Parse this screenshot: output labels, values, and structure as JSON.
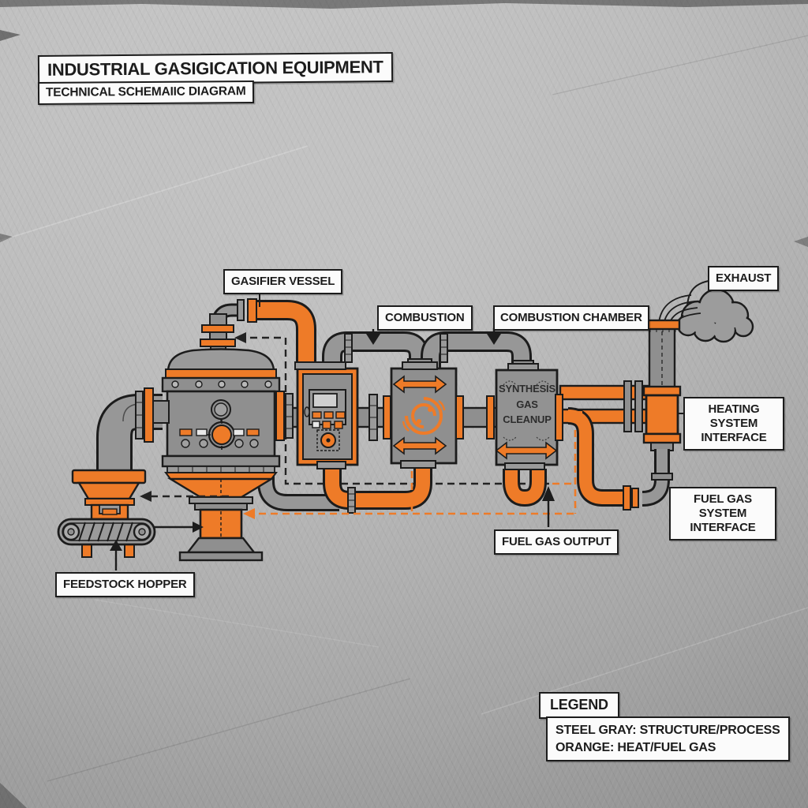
{
  "title": {
    "heading": "INDUSTRIAL GASIGICATION EQUIPMENT",
    "subheading": "TECHNICAL SCHEMAIIC DIAGRAM"
  },
  "labels": {
    "gasifier_vessel": "GASIFIER VESSEL",
    "combustion": "COMBUSTION",
    "combustion_chamber": "COMBUSTION CHAMBER",
    "exhaust": "EXHAUST",
    "heating_system_interface": "HEATING SYSTEM INTERFACE",
    "fuel_gas_system_interface": "FUEL GAS SYSTEM INTERFACE",
    "fuel_gas_output": "FUEL GAS OUTPUT",
    "feedstock_hopper": "FEEDSTOCK HOPPER"
  },
  "unit_text": {
    "gas_cleanup_line1": "SYNTHESIS",
    "gas_cleanup_line2": "GAS",
    "gas_cleanup_line3": "CLEANUP"
  },
  "legend": {
    "title": "LEGEND",
    "entries": [
      "STEEL GRAY: STRUCTURE/PROCESS",
      "ORANGE: HEAT/FUEL GAS"
    ]
  },
  "colors": {
    "orange": "#EE7B28",
    "steel_gray": "#8F8F8F",
    "line": "#1C1C1C",
    "label_bg": "#FBFBFB",
    "bg": "#B1B1B1"
  }
}
